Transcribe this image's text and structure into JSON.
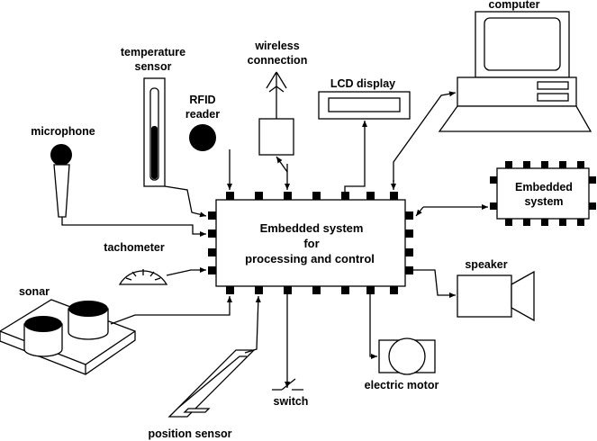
{
  "labels": {
    "computer": "computer",
    "temperature_sensor_1": "temperature",
    "temperature_sensor_2": "sensor",
    "wireless_1": "wireless",
    "wireless_2": "connection",
    "lcd_display": "LCD display",
    "rfid_1": "RFID",
    "rfid_2": "reader",
    "microphone": "microphone",
    "central_1": "Embedded system",
    "central_2": "for",
    "central_3": "processing and control",
    "embedded_1": "Embedded",
    "embedded_2": "system",
    "tachometer": "tachometer",
    "sonar": "sonar",
    "speaker": "speaker",
    "electric_motor": "electric motor",
    "switch": "switch",
    "position_sensor": "position sensor"
  }
}
